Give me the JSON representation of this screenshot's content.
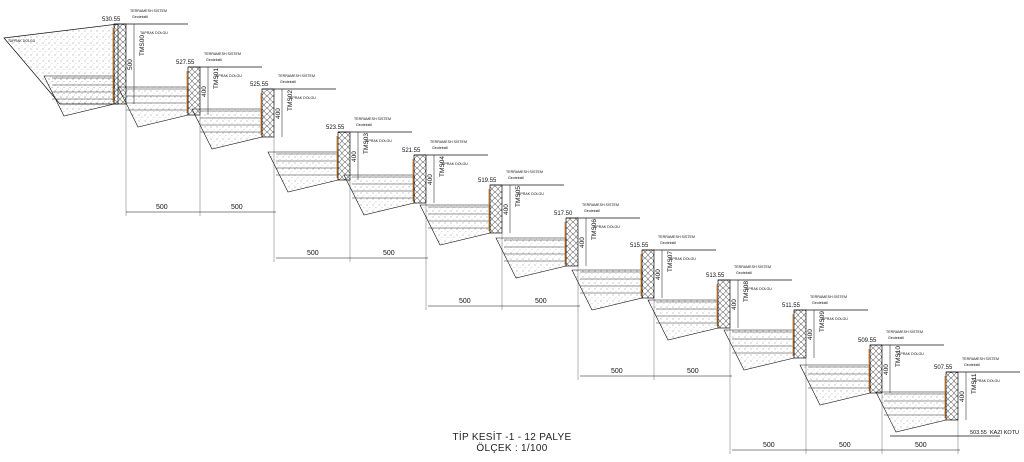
{
  "drawing": {
    "title": "TİP KESİT -1  - 12 PALYE",
    "scale": "ÖLÇEK : 1/100",
    "tier_labels": [
      "TMS00",
      "TMS01",
      "TMS02",
      "TMS03",
      "TMS04",
      "TMS05",
      "TMS06",
      "TMS07",
      "TMS08",
      "TMS09",
      "TMS10",
      "TMS11"
    ],
    "top_elevations": [
      "530.55",
      "527.55",
      "525.55",
      "523.55",
      "521.55",
      "519.55",
      "517.50",
      "515.55",
      "513.55",
      "511.55",
      "509.55",
      "507.55"
    ],
    "tier_heights": [
      "500",
      "400",
      "400",
      "400",
      "400",
      "400",
      "400",
      "400",
      "400",
      "400",
      "400",
      "400"
    ],
    "bench_width": "500",
    "fill_label": "TAPRAK DOLGU",
    "drainage_label": "TERRAMESH SİSTEM",
    "geotextile_label": "Geotekstil",
    "base_label": "KAZI KOTU",
    "base_elevation": "503.55"
  },
  "colors": {
    "line": "#111111",
    "orange_facing": "#e0882a",
    "hatch": "#555555"
  }
}
